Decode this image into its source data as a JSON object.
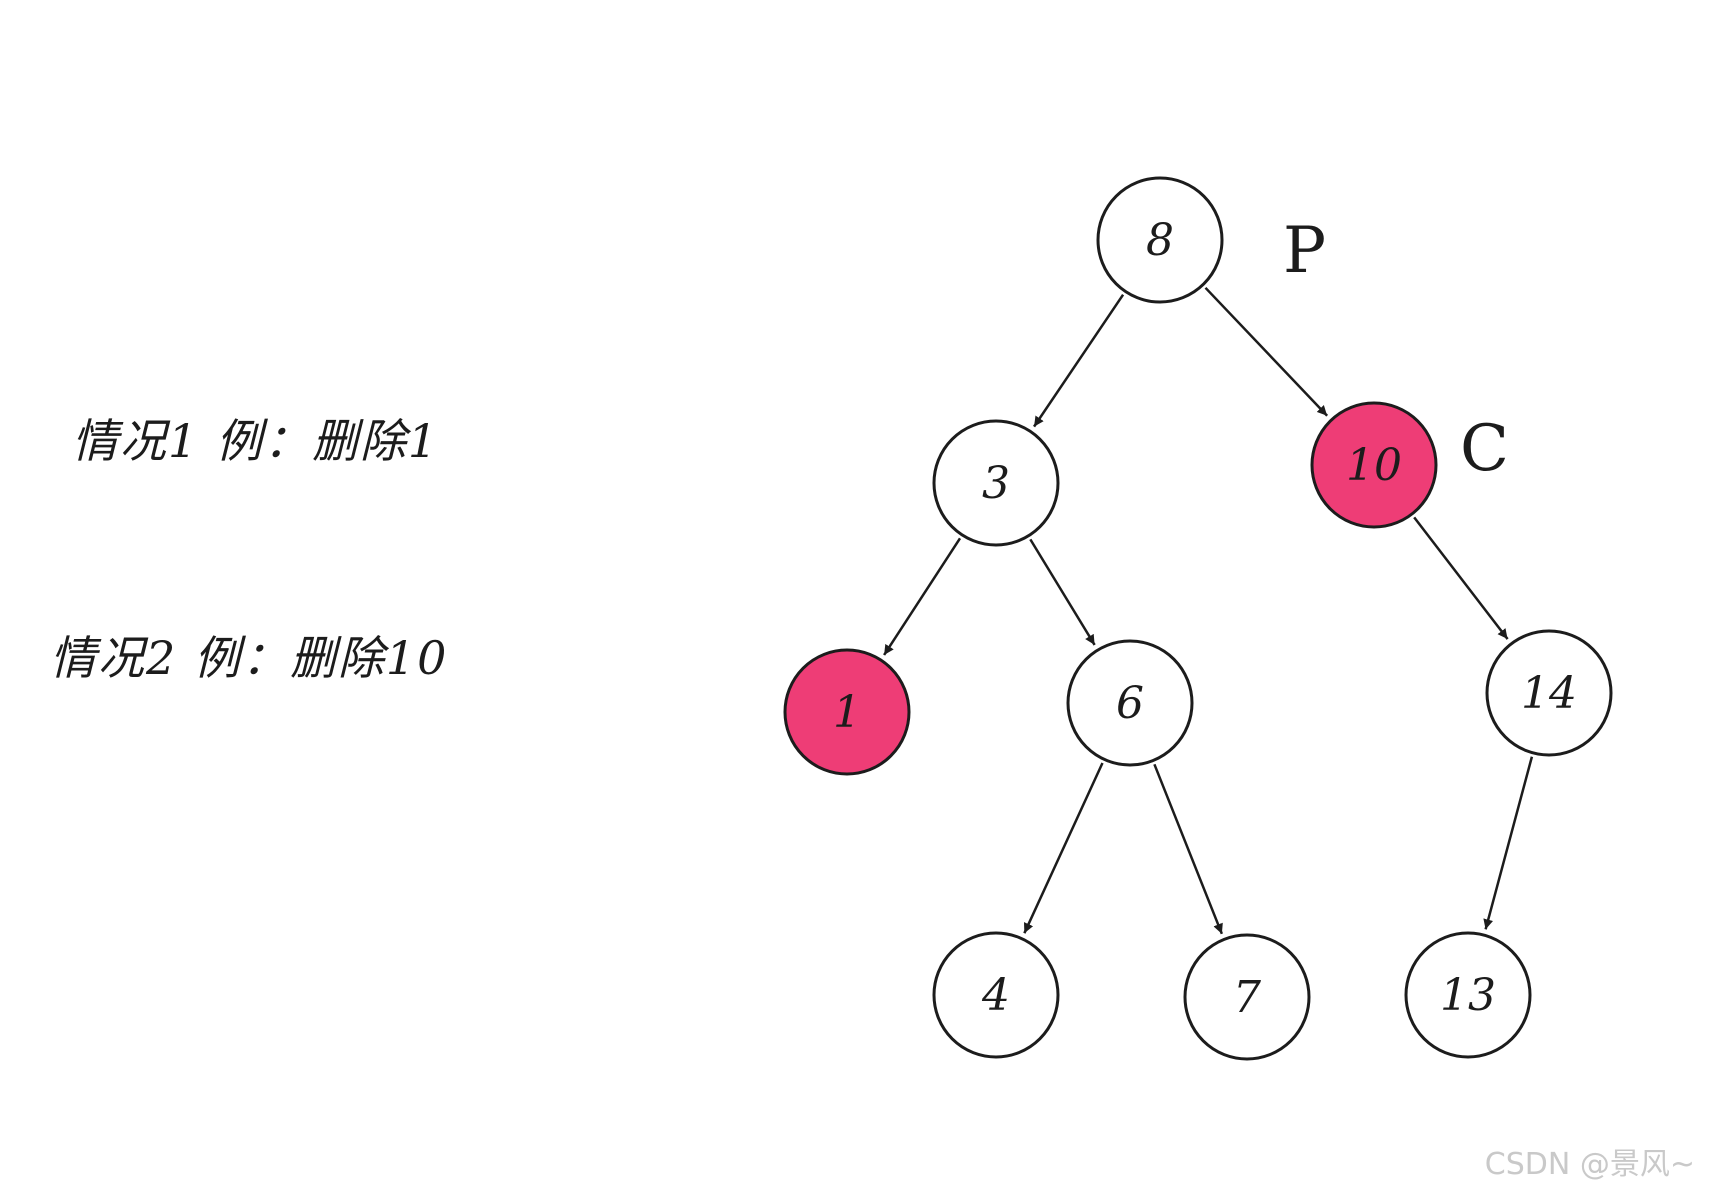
{
  "labels": {
    "case1": "情况1 例：删除1",
    "case2": "情况2 例：删除10",
    "p": "P",
    "c": "C"
  },
  "colors": {
    "red_node": "#ee3d76",
    "black_node": "#ffffff",
    "stroke": "#1c1c1c"
  },
  "tree": {
    "nodes": [
      {
        "id": "n8",
        "label": "8",
        "red": false
      },
      {
        "id": "n3",
        "label": "3",
        "red": false
      },
      {
        "id": "n10",
        "label": "10",
        "red": true
      },
      {
        "id": "n1",
        "label": "1",
        "red": true
      },
      {
        "id": "n6",
        "label": "6",
        "red": false
      },
      {
        "id": "n14",
        "label": "14",
        "red": false
      },
      {
        "id": "n4",
        "label": "4",
        "red": false
      },
      {
        "id": "n7",
        "label": "7",
        "red": false
      },
      {
        "id": "n13",
        "label": "13",
        "red": false
      }
    ],
    "edges": [
      {
        "from": "n8",
        "to": "n3"
      },
      {
        "from": "n8",
        "to": "n10"
      },
      {
        "from": "n3",
        "to": "n1"
      },
      {
        "from": "n3",
        "to": "n6"
      },
      {
        "from": "n10",
        "to": "n14"
      },
      {
        "from": "n6",
        "to": "n4"
      },
      {
        "from": "n6",
        "to": "n7"
      },
      {
        "from": "n14",
        "to": "n13"
      }
    ]
  },
  "watermark": "CSDN @景风~"
}
